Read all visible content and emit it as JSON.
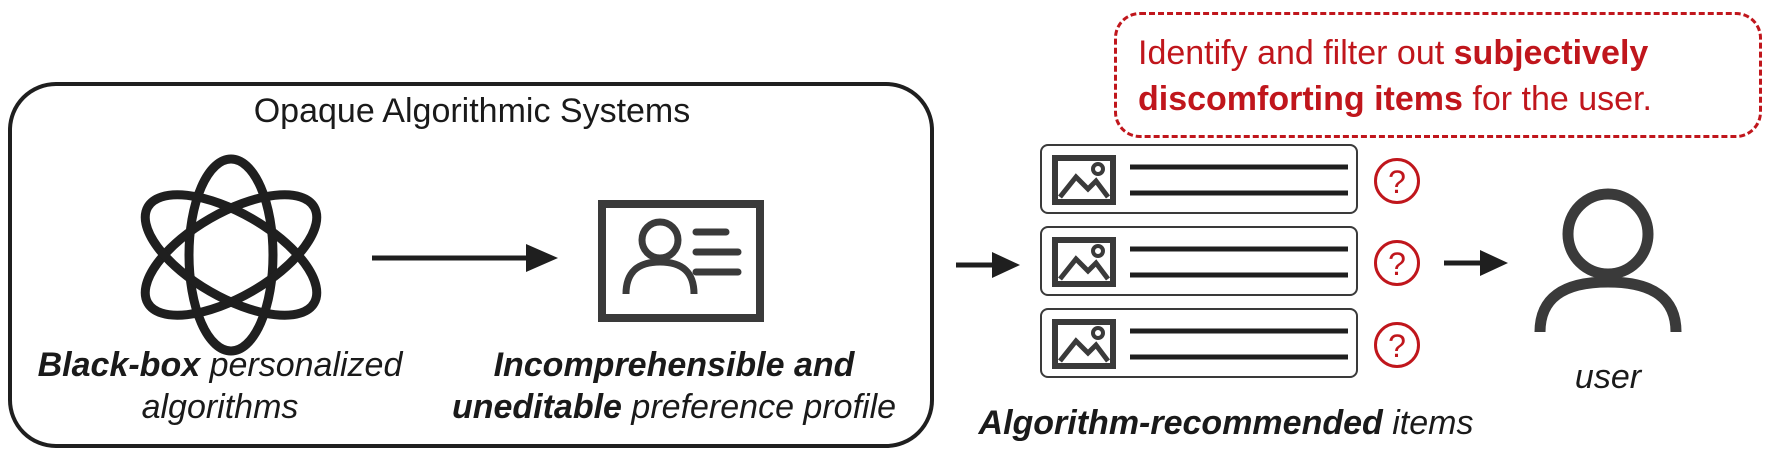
{
  "system": {
    "title": "Opaque Algorithmic Systems"
  },
  "algorithms": {
    "icon": "atom-icon",
    "caption_bold": "Black-box",
    "caption_rest_line1": " personalized",
    "caption_line2": "algorithms"
  },
  "profile": {
    "icon": "profile-card-icon",
    "caption_bold_line1": "Incomprehensible and",
    "caption_bold_line2": "uneditable",
    "caption_rest_line2": " preference profile"
  },
  "callout": {
    "text_part1": "Identify and filter out ",
    "text_bold": "subjectively discomforting items",
    "text_part2": " for the user."
  },
  "items": {
    "icons": [
      "image-icon",
      "question-icon"
    ],
    "question_glyph": "?",
    "count": 3,
    "caption_bold": "Algorithm-recommended",
    "caption_rest": " items"
  },
  "user": {
    "icon": "user-icon",
    "label": "user"
  },
  "colors": {
    "accent_red": "#c0161c",
    "stroke_dark": "#1f1f1f",
    "icon_gray": "#3a3a3a"
  }
}
